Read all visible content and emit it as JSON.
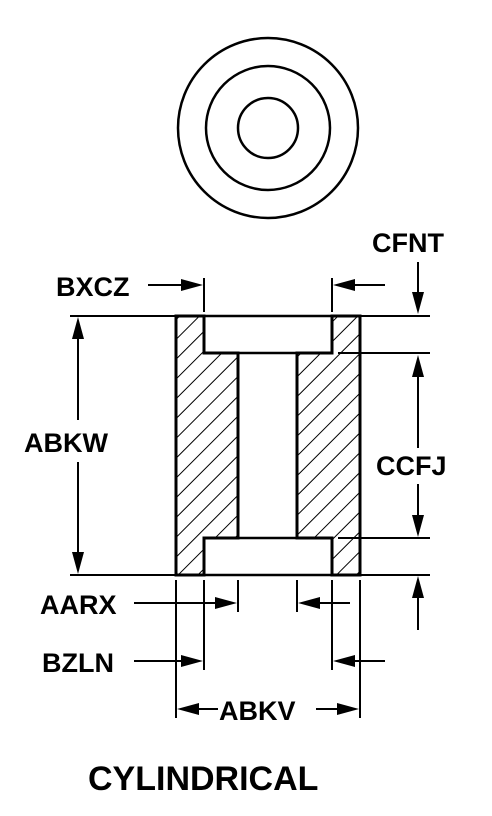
{
  "labels": {
    "cfnt": "CFNT",
    "bxcz": "BXCZ",
    "abkw": "ABKW",
    "ccfj": "CCFJ",
    "aarx": "AARX",
    "bzln": "BZLN",
    "abkv": "ABKV"
  },
  "caption": "CYLINDRICAL"
}
